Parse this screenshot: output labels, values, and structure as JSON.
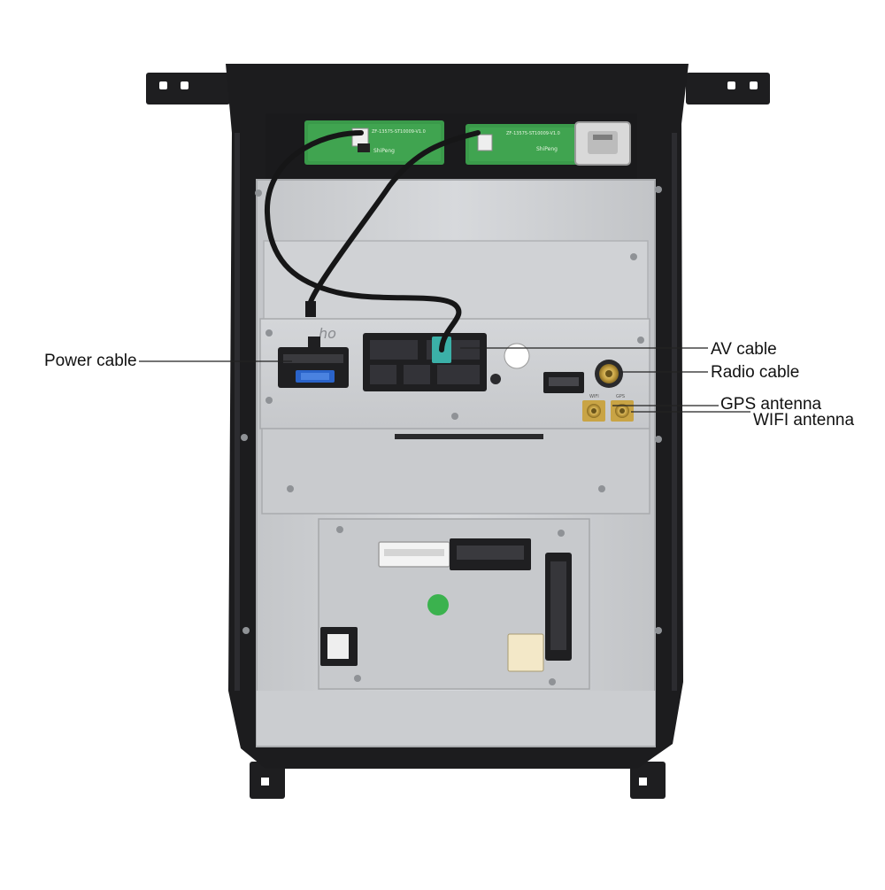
{
  "labels": {
    "power_cable": "Power cable",
    "av_cable": "AV cable",
    "radio_cable": "Radio cable",
    "gps_antenna": "GPS antenna",
    "wifi_antenna": "WIFI antenna"
  },
  "silkscreen": {
    "left_board_brand": "ShiPeng",
    "left_board_code": "ZF-13575-ST10009-V1.0",
    "right_board_brand": "ShiPeng",
    "right_board_code": "ZF-13575-ST10009-V1.0",
    "wifi_port": "WIFI",
    "gps_port": "GPS",
    "handwritten_mark": "ho"
  },
  "colors": {
    "bezel": "#1c1c1e",
    "chassis": "#cfd1d4",
    "pcb": "#3a9a4a",
    "label_text": "#111111"
  }
}
